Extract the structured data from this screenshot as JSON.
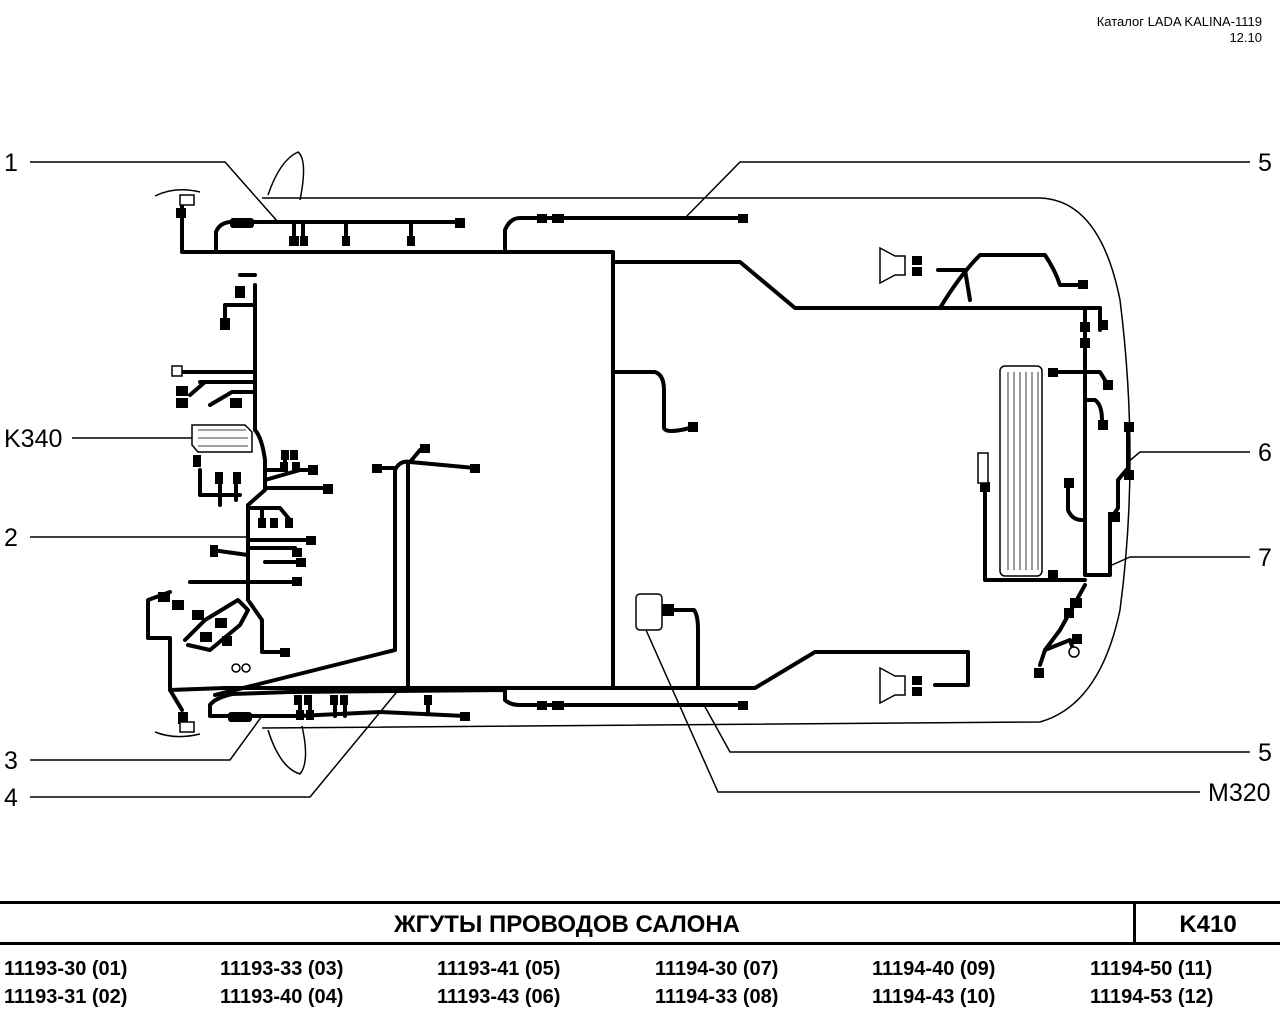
{
  "header": {
    "catalog": "Каталог LADA KALINA-1119",
    "date": "12.10"
  },
  "callouts": {
    "left": [
      "1",
      "K340",
      "2",
      "3",
      "4"
    ],
    "right": [
      "5",
      "6",
      "7",
      "5",
      "M320"
    ]
  },
  "title": {
    "text": "ЖГУТЫ   ПРОВОДОВ   САЛОНА",
    "code": "K410"
  },
  "part_numbers": [
    [
      "11193-30 (01)",
      "11193-33 (03)",
      "11193-41 (05)",
      "11194-30 (07)",
      "11194-40 (09)",
      "11194-50 (11)"
    ],
    [
      "11193-31 (02)",
      "11193-40 (04)",
      "11193-43 (06)",
      "11194-33 (08)",
      "11194-43 (10)",
      "11194-53 (12)"
    ]
  ]
}
